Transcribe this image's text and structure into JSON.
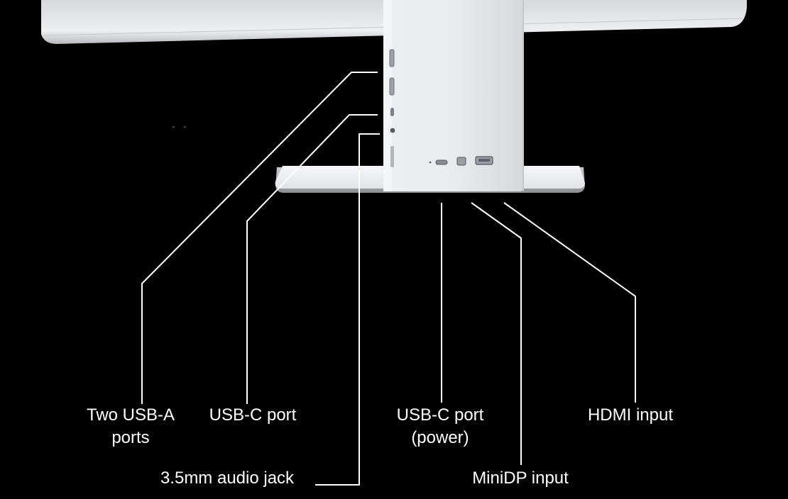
{
  "labels": {
    "usb_a": {
      "line1": "Two USB-A",
      "line2": "ports"
    },
    "usb_c": "USB-C port",
    "usb_c_power": {
      "line1": "USB-C port",
      "line2": "(power)"
    },
    "hdmi": "HDMI input",
    "audio": "3.5mm audio jack",
    "minidp": "MiniDP input"
  },
  "colors": {
    "background": "#000000",
    "callout_line": "#ffffff",
    "device_silver": "#e6e7ea"
  }
}
